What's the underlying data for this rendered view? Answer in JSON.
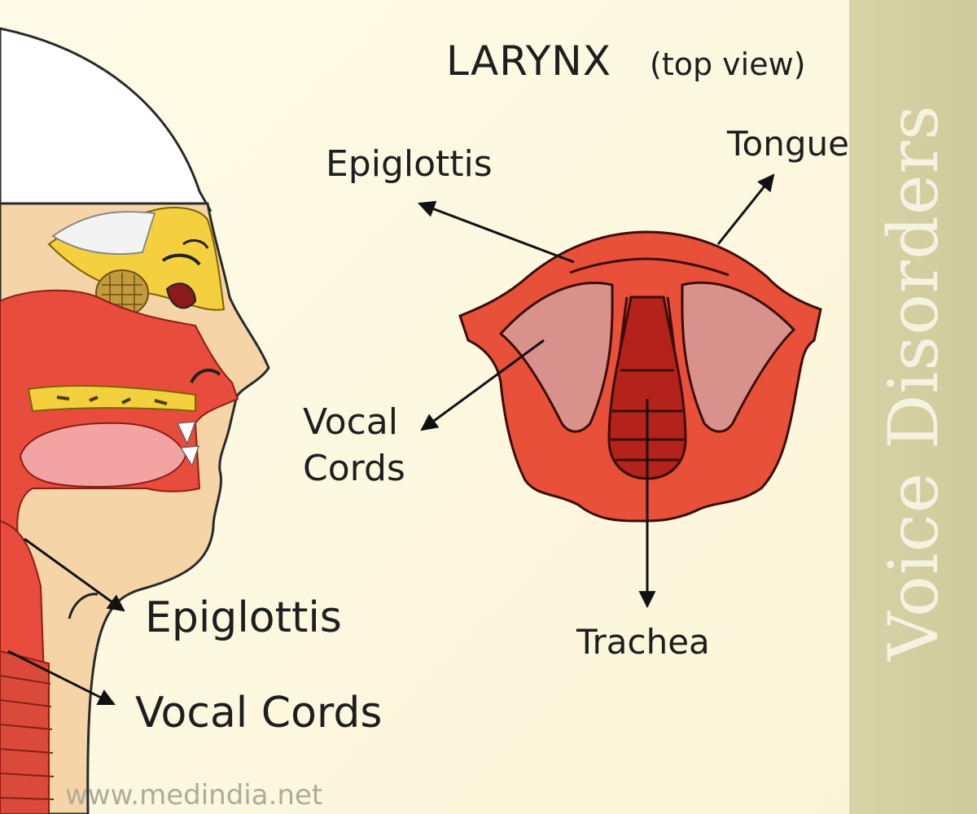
{
  "title": {
    "main": "LARYNX",
    "sub": "(top view)"
  },
  "side_title": "Voice Disorders",
  "labels": {
    "epiglottis_top": "Epiglottis",
    "tongue": "Tongue",
    "vocal_cords_top": "Vocal Cords",
    "trachea": "Trachea",
    "epiglottis_bottom": "Epiglottis",
    "vocal_cords_bottom": "Vocal Cords"
  },
  "watermark": "www.medindia.net",
  "colors": {
    "larynx_red": "#e8503a",
    "vocal_cord_pink": "#d9918b",
    "trachea_dark": "#b3221b",
    "skin": "#f5d5a8",
    "sinus_yellow": "#f4d03f",
    "band": "#d3cfa1"
  }
}
